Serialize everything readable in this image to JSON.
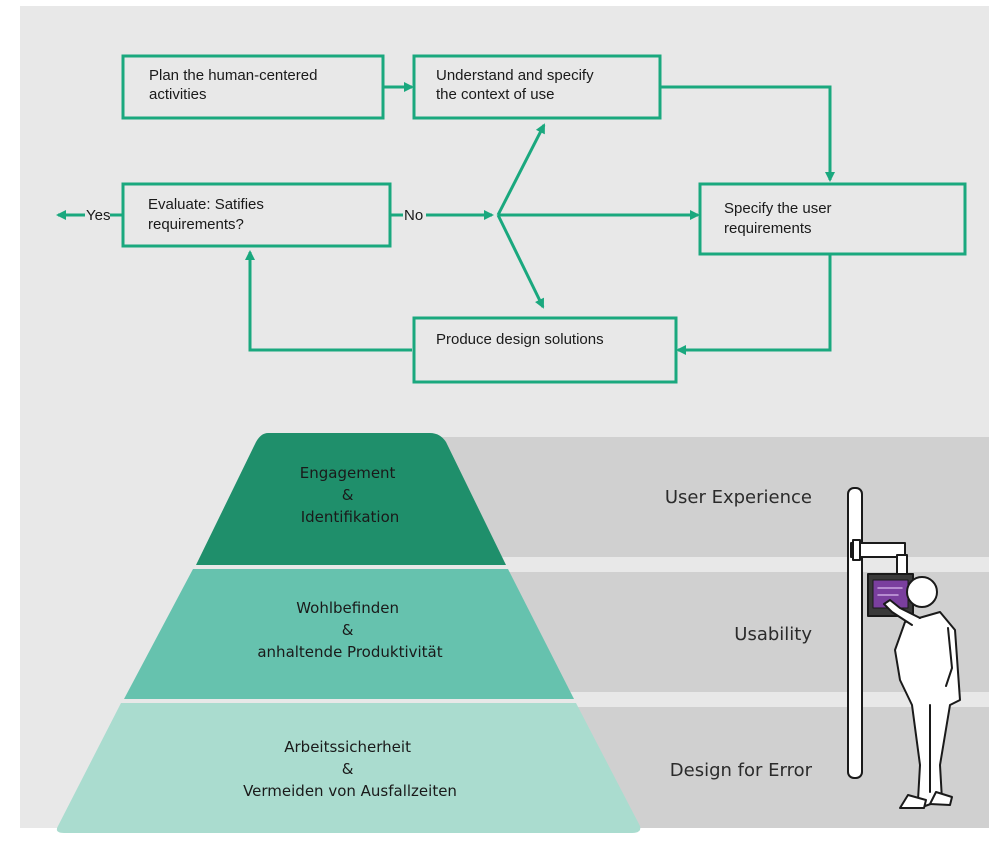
{
  "colors": {
    "background": "#e8e8e8",
    "accent": "#1aa87e",
    "pyramid_top": "#1f8f6b",
    "pyramid_middle": "#66c2ae",
    "pyramid_bottom": "#aadccf",
    "band": "#d0d0d0"
  },
  "process": {
    "plan": [
      "Plan the human-centered",
      "activities"
    ],
    "understand": [
      "Understand and specify",
      "the context of use"
    ],
    "specify": [
      "Specify the user",
      "requirements"
    ],
    "produce": [
      "Produce design solutions"
    ],
    "evaluate": [
      "Evaluate: Satifies",
      "requirements?"
    ],
    "yes_label": "Yes",
    "no_label": "No"
  },
  "pyramid": {
    "top": [
      "Engagement",
      "&",
      "Identifikation"
    ],
    "middle": [
      "Wohlbefinden",
      "&",
      "anhaltende Produktivität"
    ],
    "bottom": [
      "Arbeitssicherheit",
      "&",
      "Vermeiden von Ausfallzeiten"
    ]
  },
  "bands": {
    "top": "User Experience",
    "middle": "Usability",
    "bottom": "Design for Error"
  },
  "illustration": {
    "icon": "person-at-terminal-icon"
  }
}
